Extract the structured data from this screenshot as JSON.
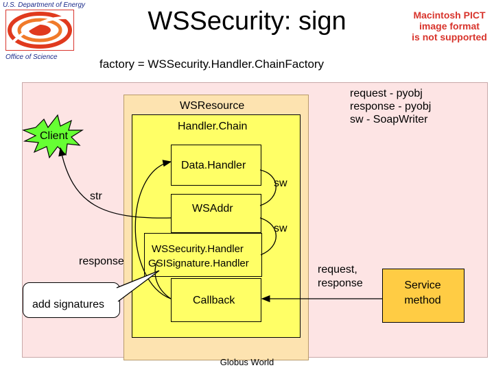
{
  "header": {
    "org_top": "U.S. Department of Energy",
    "org_bottom": "Office of Science",
    "title": "WSSecurity: sign",
    "pict_notice": [
      "Macintosh PICT",
      "image format",
      "is not supported"
    ],
    "subtitle": "factory = WSSecurity.Handler.ChainFactory"
  },
  "diagram": {
    "wsresource_label": "WSResource",
    "handler_chain_label": "Handler.Chain",
    "client_label": "Client",
    "legend_lines": [
      "request - pyobj",
      "response - pyobj",
      "sw - SoapWriter"
    ],
    "data_handler_label": "Data.Handler",
    "sw_label_1": "sw",
    "str_label": "str",
    "wsaddr_label": "WSAddr",
    "sw_label_2": "sw",
    "response_label": "response",
    "wssecurity_line1": "WSSecurity.Handler",
    "wssecurity_line2": "GSISignature.Handler",
    "request_response_line1": "request,",
    "request_response_line2": "response",
    "service_line1": "Service",
    "service_line2": "method",
    "callback_label": "Callback",
    "add_signatures_label": "add signatures"
  },
  "footer": {
    "text": "Globus World"
  },
  "colors": {
    "background_panel": "#fde4e4",
    "wsresource_fill": "#fde3b0",
    "handler_fill": "#ffff66",
    "client_fill": "#66ff33",
    "service_fill": "#ffcc44",
    "title_red": "#d8342c",
    "doe_blue": "#1a2a8a"
  }
}
